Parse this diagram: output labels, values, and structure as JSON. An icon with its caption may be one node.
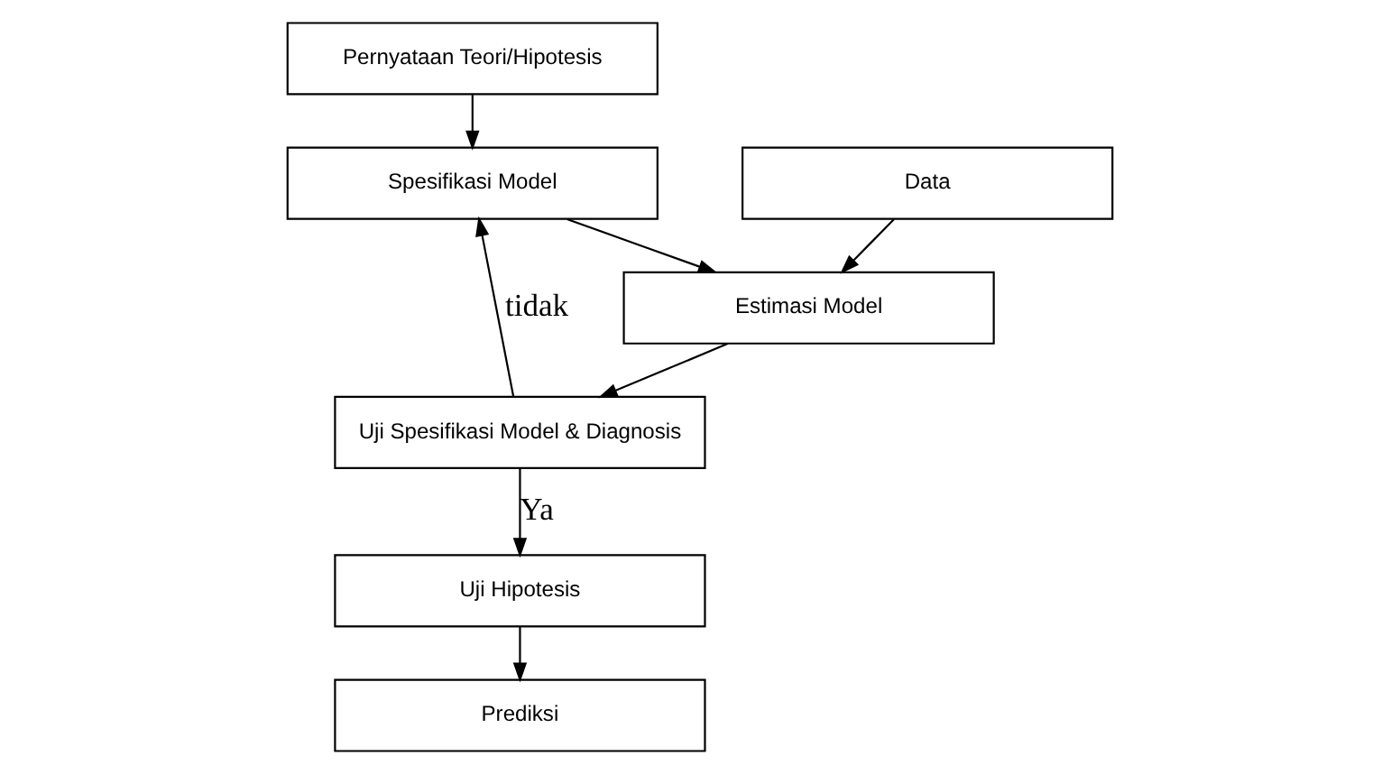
{
  "diagram": {
    "nodes": [
      {
        "text": [
          "Pernyataan Teori/Hipotesis"
        ]
      },
      {
        "text": [
          "Spesifikasi Model"
        ]
      },
      {
        "text": [
          "Data"
        ]
      },
      {
        "text": [
          "Estimasi Model"
        ]
      },
      {
        "text": [
          "Uji Spesifikasi Model & Diagnosis"
        ]
      },
      {
        "text": [
          "Uji Hipotesis"
        ]
      },
      {
        "text": [
          "Prediksi"
        ]
      }
    ],
    "edges": [
      {
        "from": 0,
        "to": 1,
        "arrow": "to"
      },
      {
        "from": 1,
        "to": 3,
        "arrow": "to"
      },
      {
        "from": 2,
        "to": 3,
        "arrow": "to"
      },
      {
        "from": 3,
        "to": 4,
        "arrow": "to"
      },
      {
        "from": 4,
        "to": 1,
        "arrow": "to",
        "label": "tidak"
      },
      {
        "from": 4,
        "to": 5,
        "arrow": "to",
        "label": "Ya"
      },
      {
        "from": 5,
        "to": 6,
        "arrow": "to"
      }
    ]
  }
}
